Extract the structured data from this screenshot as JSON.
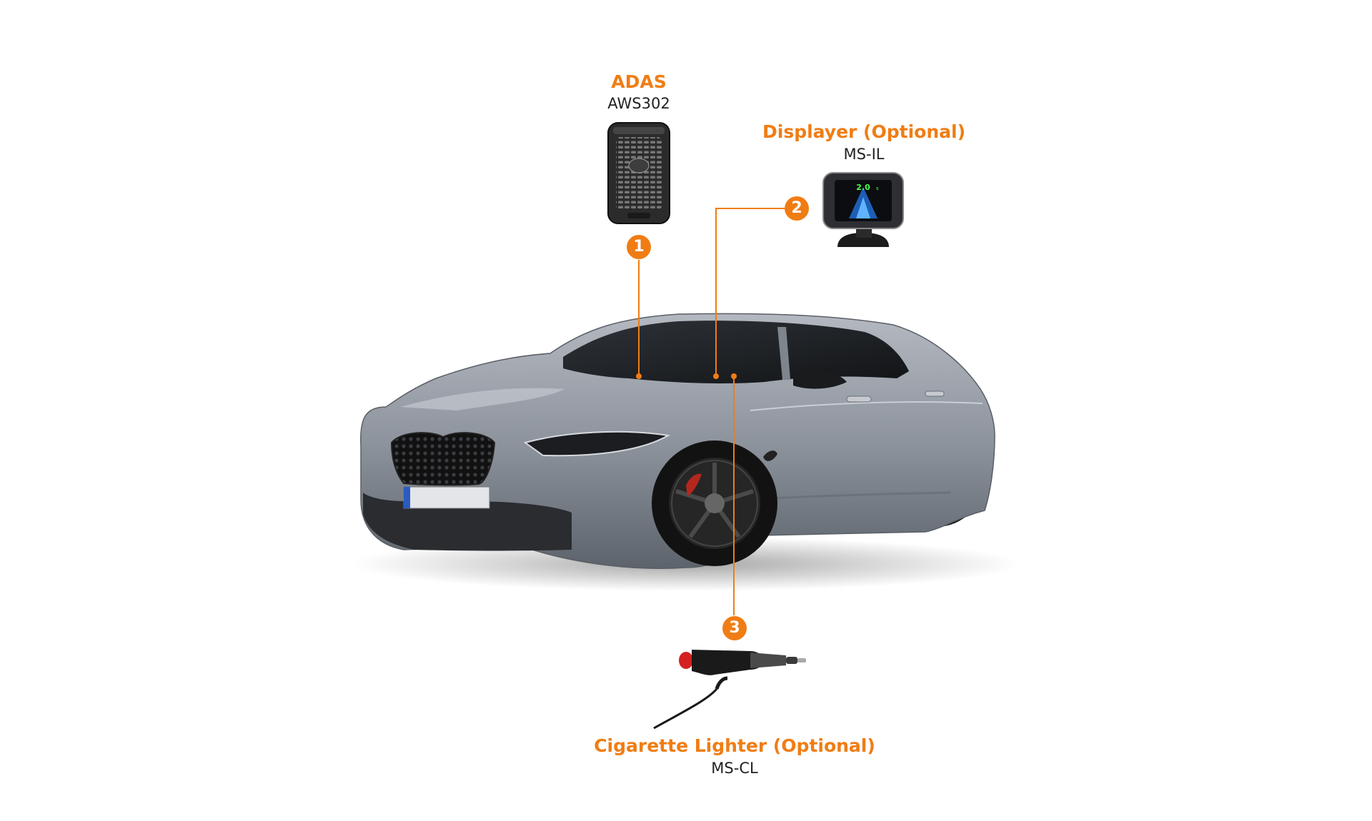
{
  "components": [
    {
      "number": "1",
      "title": "ADAS",
      "model": "AWS302",
      "icon": "adas-camera-device"
    },
    {
      "number": "2",
      "title": "Displayer (Optional)",
      "model": "MS-IL",
      "icon": "dashboard-display-unit",
      "screen_text": "2.0",
      "screen_unit": "s"
    },
    {
      "number": "3",
      "title": "Cigarette Lighter (Optional)",
      "model": "MS-CL",
      "icon": "cigarette-lighter-plug"
    }
  ],
  "vehicle": {
    "icon": "sedan-car"
  },
  "colors": {
    "accent": "#f07d14",
    "model_text": "#222222",
    "car_body": "#8d939c",
    "device_body": "#2b2b2b"
  }
}
